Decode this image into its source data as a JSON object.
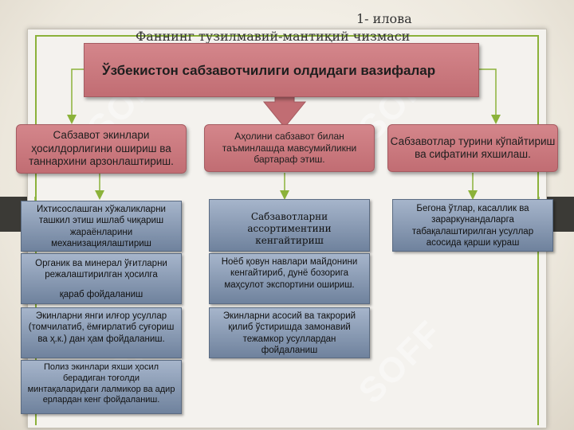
{
  "header": {
    "number": "1- илова",
    "subtitle": "Фаннинг тузилмавий-мантиқий чизмаси"
  },
  "main": {
    "title": "Ўзбекистон сабзавотчилиги олдидаги вазифалар"
  },
  "columns": [
    {
      "heading": "Сабзавот экинлари ҳосилдорлигини ошириш ва таннархини арзонлаштириш.",
      "items": [
        "Ихтисослашган хўжаликларни ташкил этиш ишлаб чиқариш жараёнларини механизациялаштириш",
        "Органик ва минерал  ўғитларни режалаштирилган ҳосилга",
        "қараб фойдаланиш",
        "Экинларни янги илғор усуллар (томчилатиб, ёмғирлатиб суғориш ва ҳ.к.) дан ҳам фойдаланиш.",
        "Полиз экинлари яхши ҳосил берадиган тоғолди минтақаларидаги лалмикор ва адир ерлардан кенг фойдаланиш."
      ]
    },
    {
      "heading": "Аҳолини сабзавот билан таъминлашда мавсумийликни бартараф этиш.",
      "items": [
        "Сабзавотларни ассортиментини кенгайтириш",
        "Ноёб қовун навлари майдонини кенгайтириб, дунё бозорига маҳсулот экспортини ошириш.",
        "Экинларни асосий ва такрорий қилиб ўстиришда замонавий тежамкор усуллардан фойдаланиш"
      ]
    },
    {
      "heading": "Сабзавотлар турини кўпайтириш ва сифатини яхшилаш.",
      "items": [
        "Бегона ўтлар, касаллик ва зараркунандаларга табақалаштирилган усуллар асосида қарши кураш"
      ]
    }
  ],
  "watermark": {
    "text": "SOFF"
  },
  "colors": {
    "heading_box": "#c9787d",
    "item_box": "#8d9db4",
    "connector": "#8bb23a",
    "frame": "#8bb23a"
  }
}
